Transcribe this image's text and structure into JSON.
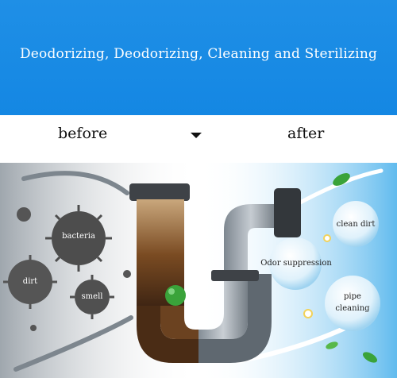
{
  "banner": {
    "title": "Deodorizing, Deodorizing, Cleaning and Sterilizing",
    "color": "#1487e3"
  },
  "comparison": {
    "before_label": "before",
    "after_label": "after",
    "indicator_icon": "caret-down-icon"
  },
  "germs": [
    {
      "label": "bacteria"
    },
    {
      "label": "dirt"
    },
    {
      "label": "smell"
    }
  ],
  "benefits": [
    {
      "label": "clean dirt"
    },
    {
      "label": "Odor suppression"
    },
    {
      "label_line1": "pipe",
      "label_line2": "cleaning"
    }
  ],
  "colors": {
    "dirty_fog": "#9aa3ab",
    "clean_sky": "#6cc4f0",
    "germ": "#4d4d4d",
    "leaf": "#3aa33a"
  }
}
